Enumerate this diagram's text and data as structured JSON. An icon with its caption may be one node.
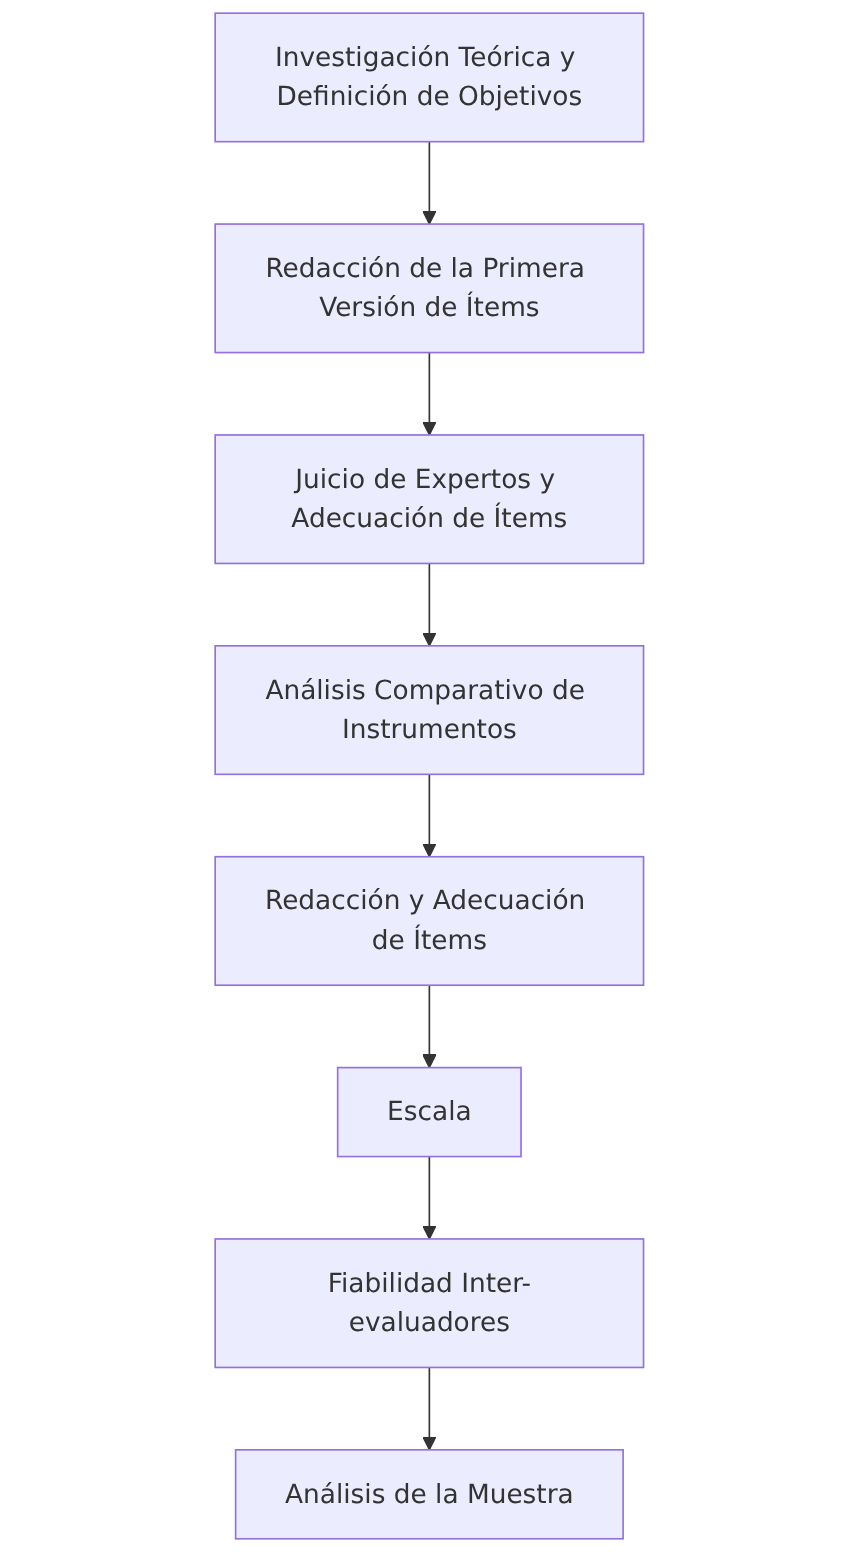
{
  "diagram": {
    "nodes": [
      {
        "text": [
          "Investigación Teórica y Definición de Objetivos"
        ]
      },
      {
        "text": [
          "Redacción de la Primera Versión de Ítems"
        ]
      },
      {
        "text": [
          "Juicio de Expertos y Adecuación de Ítems"
        ]
      },
      {
        "text": [
          "Análisis Comparativo de Instrumentos"
        ]
      },
      {
        "text": [
          "Redacción y Adecuación de Ítems"
        ]
      },
      {
        "text": [
          "Escala"
        ]
      },
      {
        "text": [
          "Fiabilidad Inter-evaluadores"
        ]
      },
      {
        "text": [
          "Análisis de la Muestra"
        ]
      }
    ],
    "edges": [
      {
        "from": 0,
        "to": 1,
        "arrow": "to"
      },
      {
        "from": 1,
        "to": 2,
        "arrow": "to"
      },
      {
        "from": 2,
        "to": 3,
        "arrow": "to"
      },
      {
        "from": 3,
        "to": 4,
        "arrow": "to"
      },
      {
        "from": 4,
        "to": 5,
        "arrow": "to"
      },
      {
        "from": 5,
        "to": 6,
        "arrow": "to"
      },
      {
        "from": 6,
        "to": 7,
        "arrow": "to"
      }
    ]
  }
}
